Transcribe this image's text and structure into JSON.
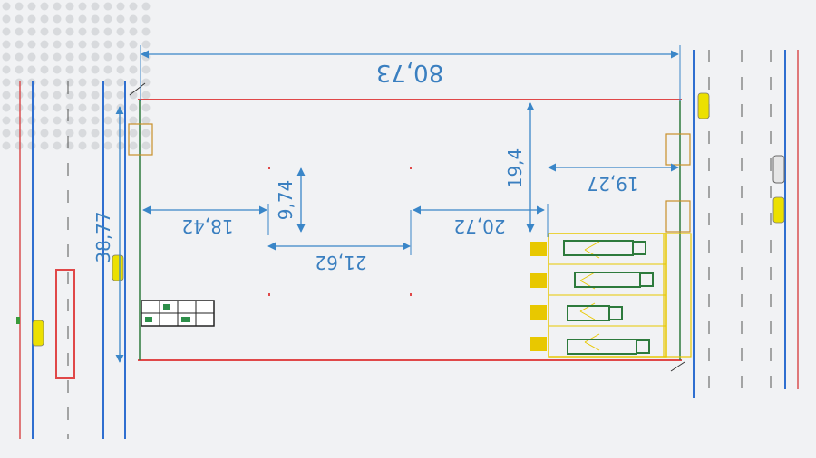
{
  "drawing": {
    "dimensions": {
      "overall_length": "80,73",
      "overall_width": "38,77",
      "depth_right": "19,4",
      "gap_right": "19,27",
      "span_left": "18,42",
      "span_small": "9,74",
      "span_middle": "21,62",
      "span_dock": "20,72"
    }
  },
  "colors": {
    "dimension": "#3a86c8",
    "boundary": "#e04848",
    "road_blue": "#2f6fd0",
    "road_red": "#d95050",
    "dock_yellow": "#e8c800",
    "truck_green": "#2d7a3c",
    "paper": "#f1f2f4"
  }
}
